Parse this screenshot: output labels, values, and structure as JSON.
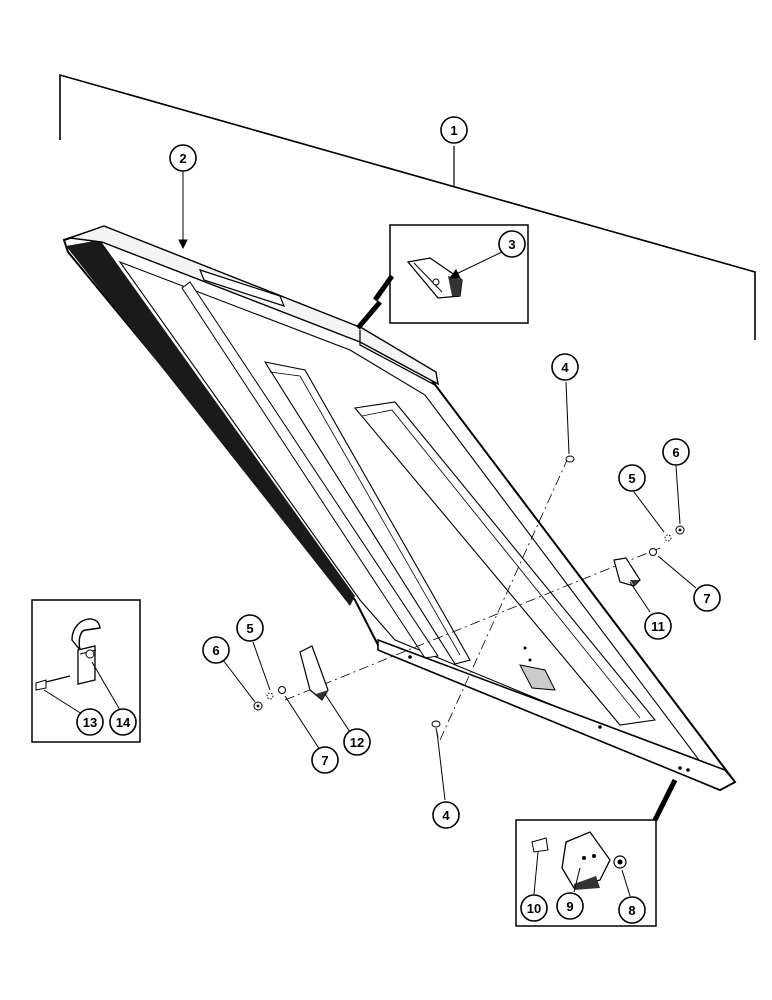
{
  "callouts": {
    "c1": "1",
    "c2": "2",
    "c3": "3",
    "c4a": "4",
    "c4b": "4",
    "c5a": "5",
    "c5b": "5",
    "c6a": "6",
    "c6b": "6",
    "c7a": "7",
    "c7b": "7",
    "c8": "8",
    "c9": "9",
    "c10": "10",
    "c11": "11",
    "c12": "12",
    "c13": "13",
    "c14": "14"
  }
}
